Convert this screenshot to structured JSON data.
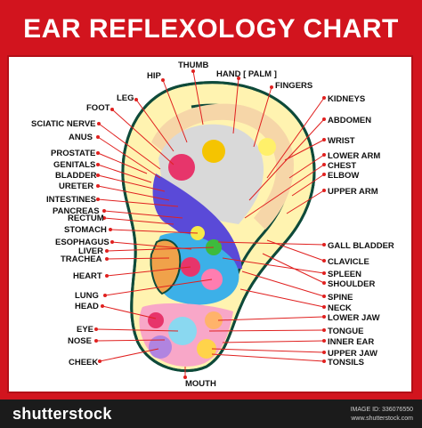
{
  "title": "EAR REFLEXOLOGY CHART",
  "labels": {
    "thumb": "THUMB",
    "hip": "HIP",
    "hand": "HAND [ PALM ]",
    "fingers": "FINGERS",
    "leg": "LEG",
    "kidneys": "KIDNEYS",
    "foot": "FOOT",
    "abdomen": "ABDOMEN",
    "sciatic_nerve": "SCIATIC NERVE",
    "anus": "ANUS",
    "wrist": "WRIST",
    "prostate": "PROSTATE",
    "lower_arm": "LOWER ARM",
    "genitals": "GENITALS",
    "chest": "CHEST",
    "bladder": "BLADDER",
    "elbow": "ELBOW",
    "ureter": "URETER",
    "upper_arm": "UPPER ARM",
    "intestines": "INTESTINES",
    "pancreas": "PANCREAS",
    "rectum": "RECTUM",
    "stomach": "STOMACH",
    "esophagus": "ESOPHAGUS",
    "gall_bladder": "GALL BLADDER",
    "liver": "LIVER",
    "trachea": "TRACHEA",
    "clavicle": "CLAVICLE",
    "spleen": "SPLEEN",
    "heart": "HEART",
    "shoulder": "SHOULDER",
    "lung": "LUNG",
    "spine": "SPINE",
    "head": "HEAD",
    "neck": "NECK",
    "lower_jaw": "LOWER JAW",
    "eye": "EYE",
    "tongue": "TONGUE",
    "nose": "NOSE",
    "inner_ear": "INNER EAR",
    "upper_jaw": "UPPER JAW",
    "cheek": "CHEEK",
    "tonsils": "TONSILS",
    "mouth": "MOUTH"
  },
  "footer": {
    "brand": "shutterstock",
    "image_id": "IMAGE ID: 336076550",
    "url": "www.shutterstock.com"
  },
  "colors": {
    "frame": "#d2141e",
    "leader": "#e0201f",
    "ear_outline": "#0e4a3a",
    "footer": "#1b1b1b"
  }
}
